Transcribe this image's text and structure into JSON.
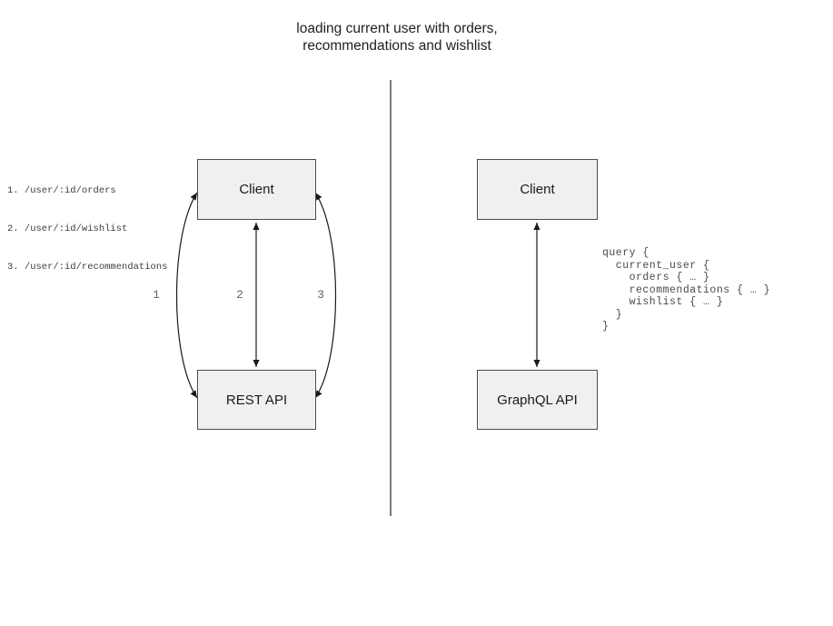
{
  "title": "loading current user with orders,\nrecommendations and wishlist",
  "colors": {
    "box_fill": "#f0f0f0",
    "box_border": "#4d4d4d",
    "arrow": "#1a1a1a",
    "muted": "#666666",
    "code_text": "#4a4a4a",
    "title_text": "#1f1f1f",
    "divider": "#4f4f4f"
  },
  "rest_panel": {
    "endpoints": [
      "1. /user/:id/orders",
      "2. /user/:id/wishlist",
      "3. /user/:id/recommendations"
    ],
    "client_box_label": "Client",
    "api_box_label": "REST API",
    "arrow_labels": [
      "1",
      "2",
      "3"
    ]
  },
  "graphql_panel": {
    "client_box_label": "Client",
    "api_box_label": "GraphQL API",
    "query_code": "query {\n  current_user {\n    orders { … }\n    recommendations { … }\n    wishlist { … }\n  }\n}"
  }
}
